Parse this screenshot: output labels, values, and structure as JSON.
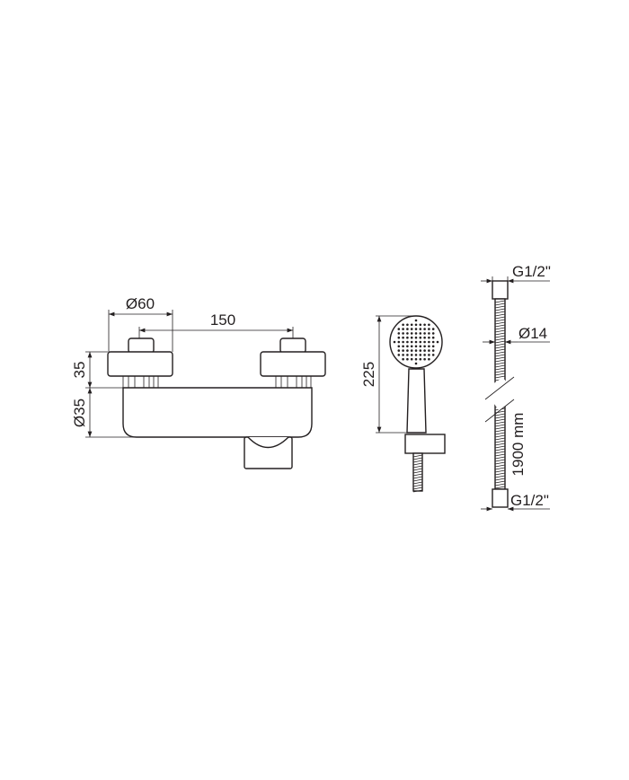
{
  "mixer": {
    "knob_diameter": "Ø60",
    "center_distance": "150",
    "knob_height": "35",
    "body_diameter": "Ø35"
  },
  "hand_shower": {
    "length": "225"
  },
  "hose": {
    "top_connection": "G1/2\"",
    "diameter": "Ø14",
    "length": "1900 mm",
    "bottom_connection": "G1/2\""
  },
  "colors": {
    "line": "#231f20",
    "background": "#ffffff"
  }
}
